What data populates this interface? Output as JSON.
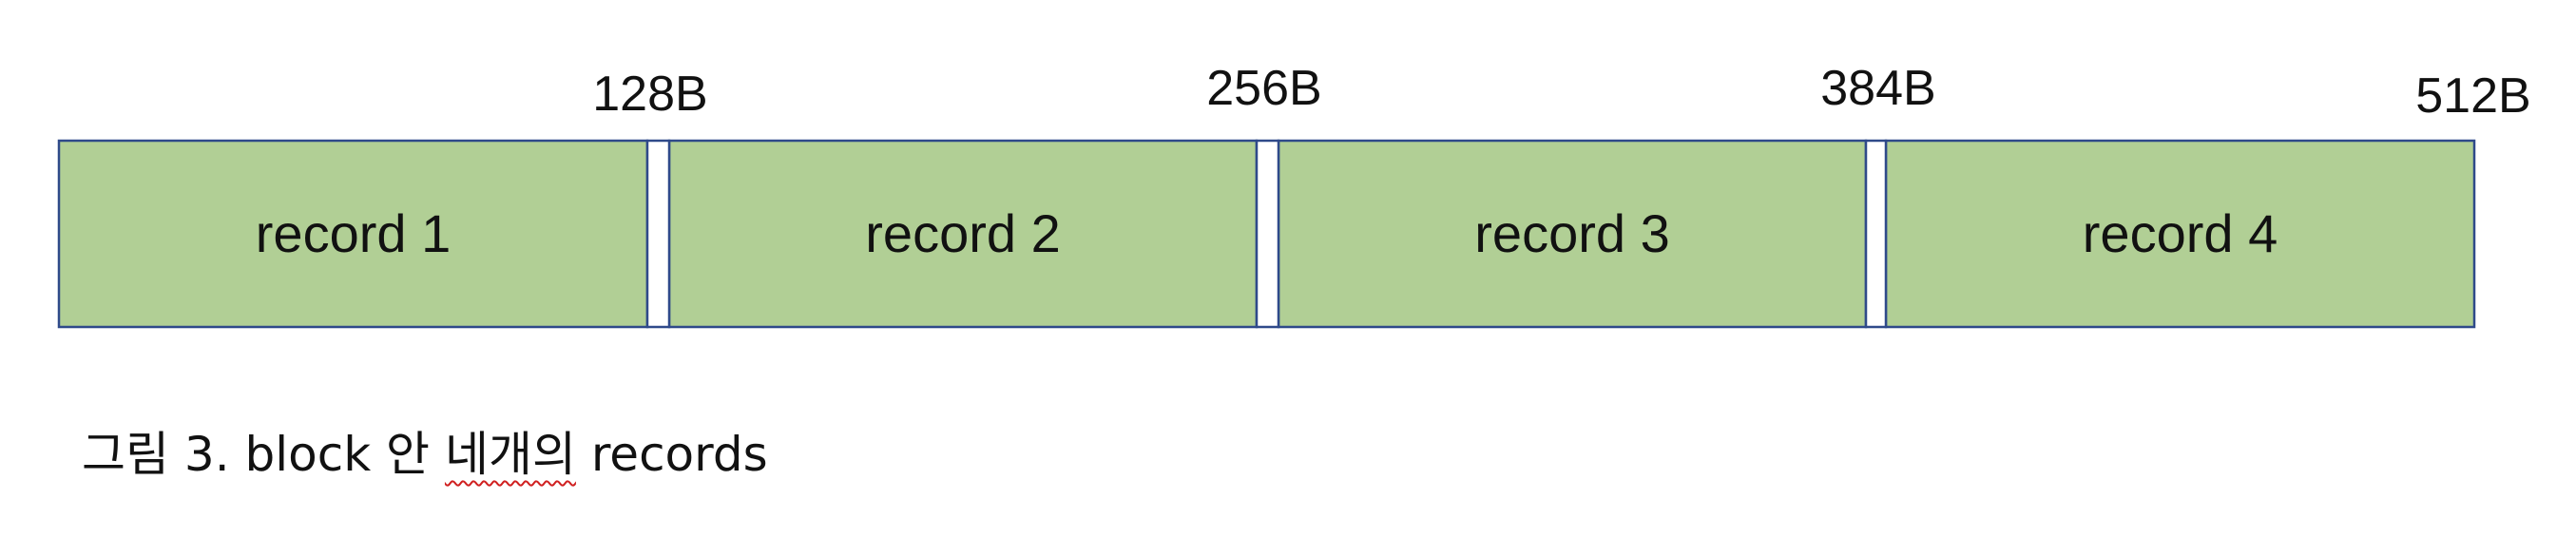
{
  "diagram": {
    "records": [
      {
        "label": "record 1"
      },
      {
        "label": "record 2"
      },
      {
        "label": "record 3"
      },
      {
        "label": "record 4"
      }
    ],
    "offsets": [
      "128B",
      "256B",
      "384B",
      "512B"
    ],
    "colors": {
      "record_fill": "#b1cf95",
      "border": "#2f4a8a",
      "gap_fill": "#ffffff"
    }
  },
  "caption": {
    "prefix": "그림 3. block 안 ",
    "underlined": "네개의",
    "suffix": " records"
  }
}
